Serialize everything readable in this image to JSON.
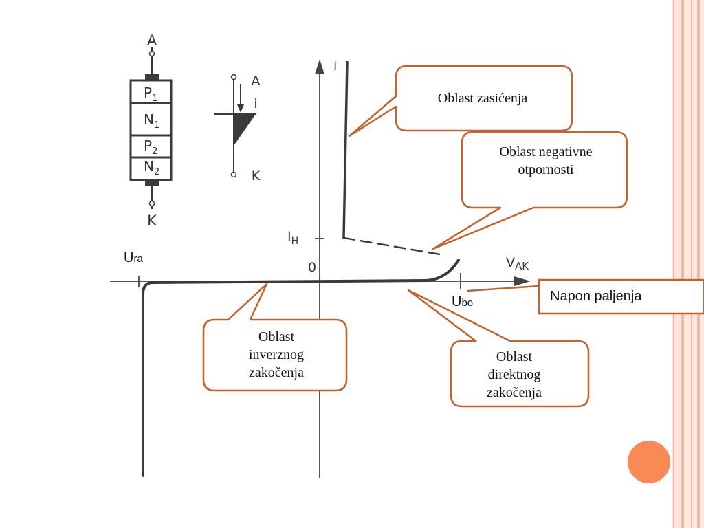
{
  "diagram": {
    "axis_labels": {
      "current": "i",
      "voltage": "V",
      "voltage_sub": "AK",
      "origin": "0",
      "holding_current": "I",
      "holding_current_sub": "H"
    },
    "symbol_labels": {
      "anode": "A",
      "cathode": "K",
      "current_arrow": "i"
    },
    "layers": [
      {
        "letter": "P",
        "sub": "1"
      },
      {
        "letter": "N",
        "sub": "1"
      },
      {
        "letter": "P",
        "sub": "2"
      },
      {
        "letter": "N",
        "sub": "2"
      }
    ]
  },
  "callouts": {
    "saturation": "Oblast zasićenja",
    "negative_resistance": "Oblast negativne otpornosti",
    "reverse_blocking": "Oblast inverznog zakočenja",
    "forward_blocking": "Oblast direktnog zakočenja",
    "firing_voltage": "Napon paljenja"
  },
  "voltage_labels": {
    "u_ra_main": "U",
    "u_ra_sub": "ra",
    "u_bo_main": "U",
    "u_bo_sub": "bo"
  },
  "colors": {
    "callout_border": "#c0622d",
    "accent_circle": "#fa8a55",
    "side_stripe": "#f6c8b6",
    "curve": "#3a3a3a"
  }
}
